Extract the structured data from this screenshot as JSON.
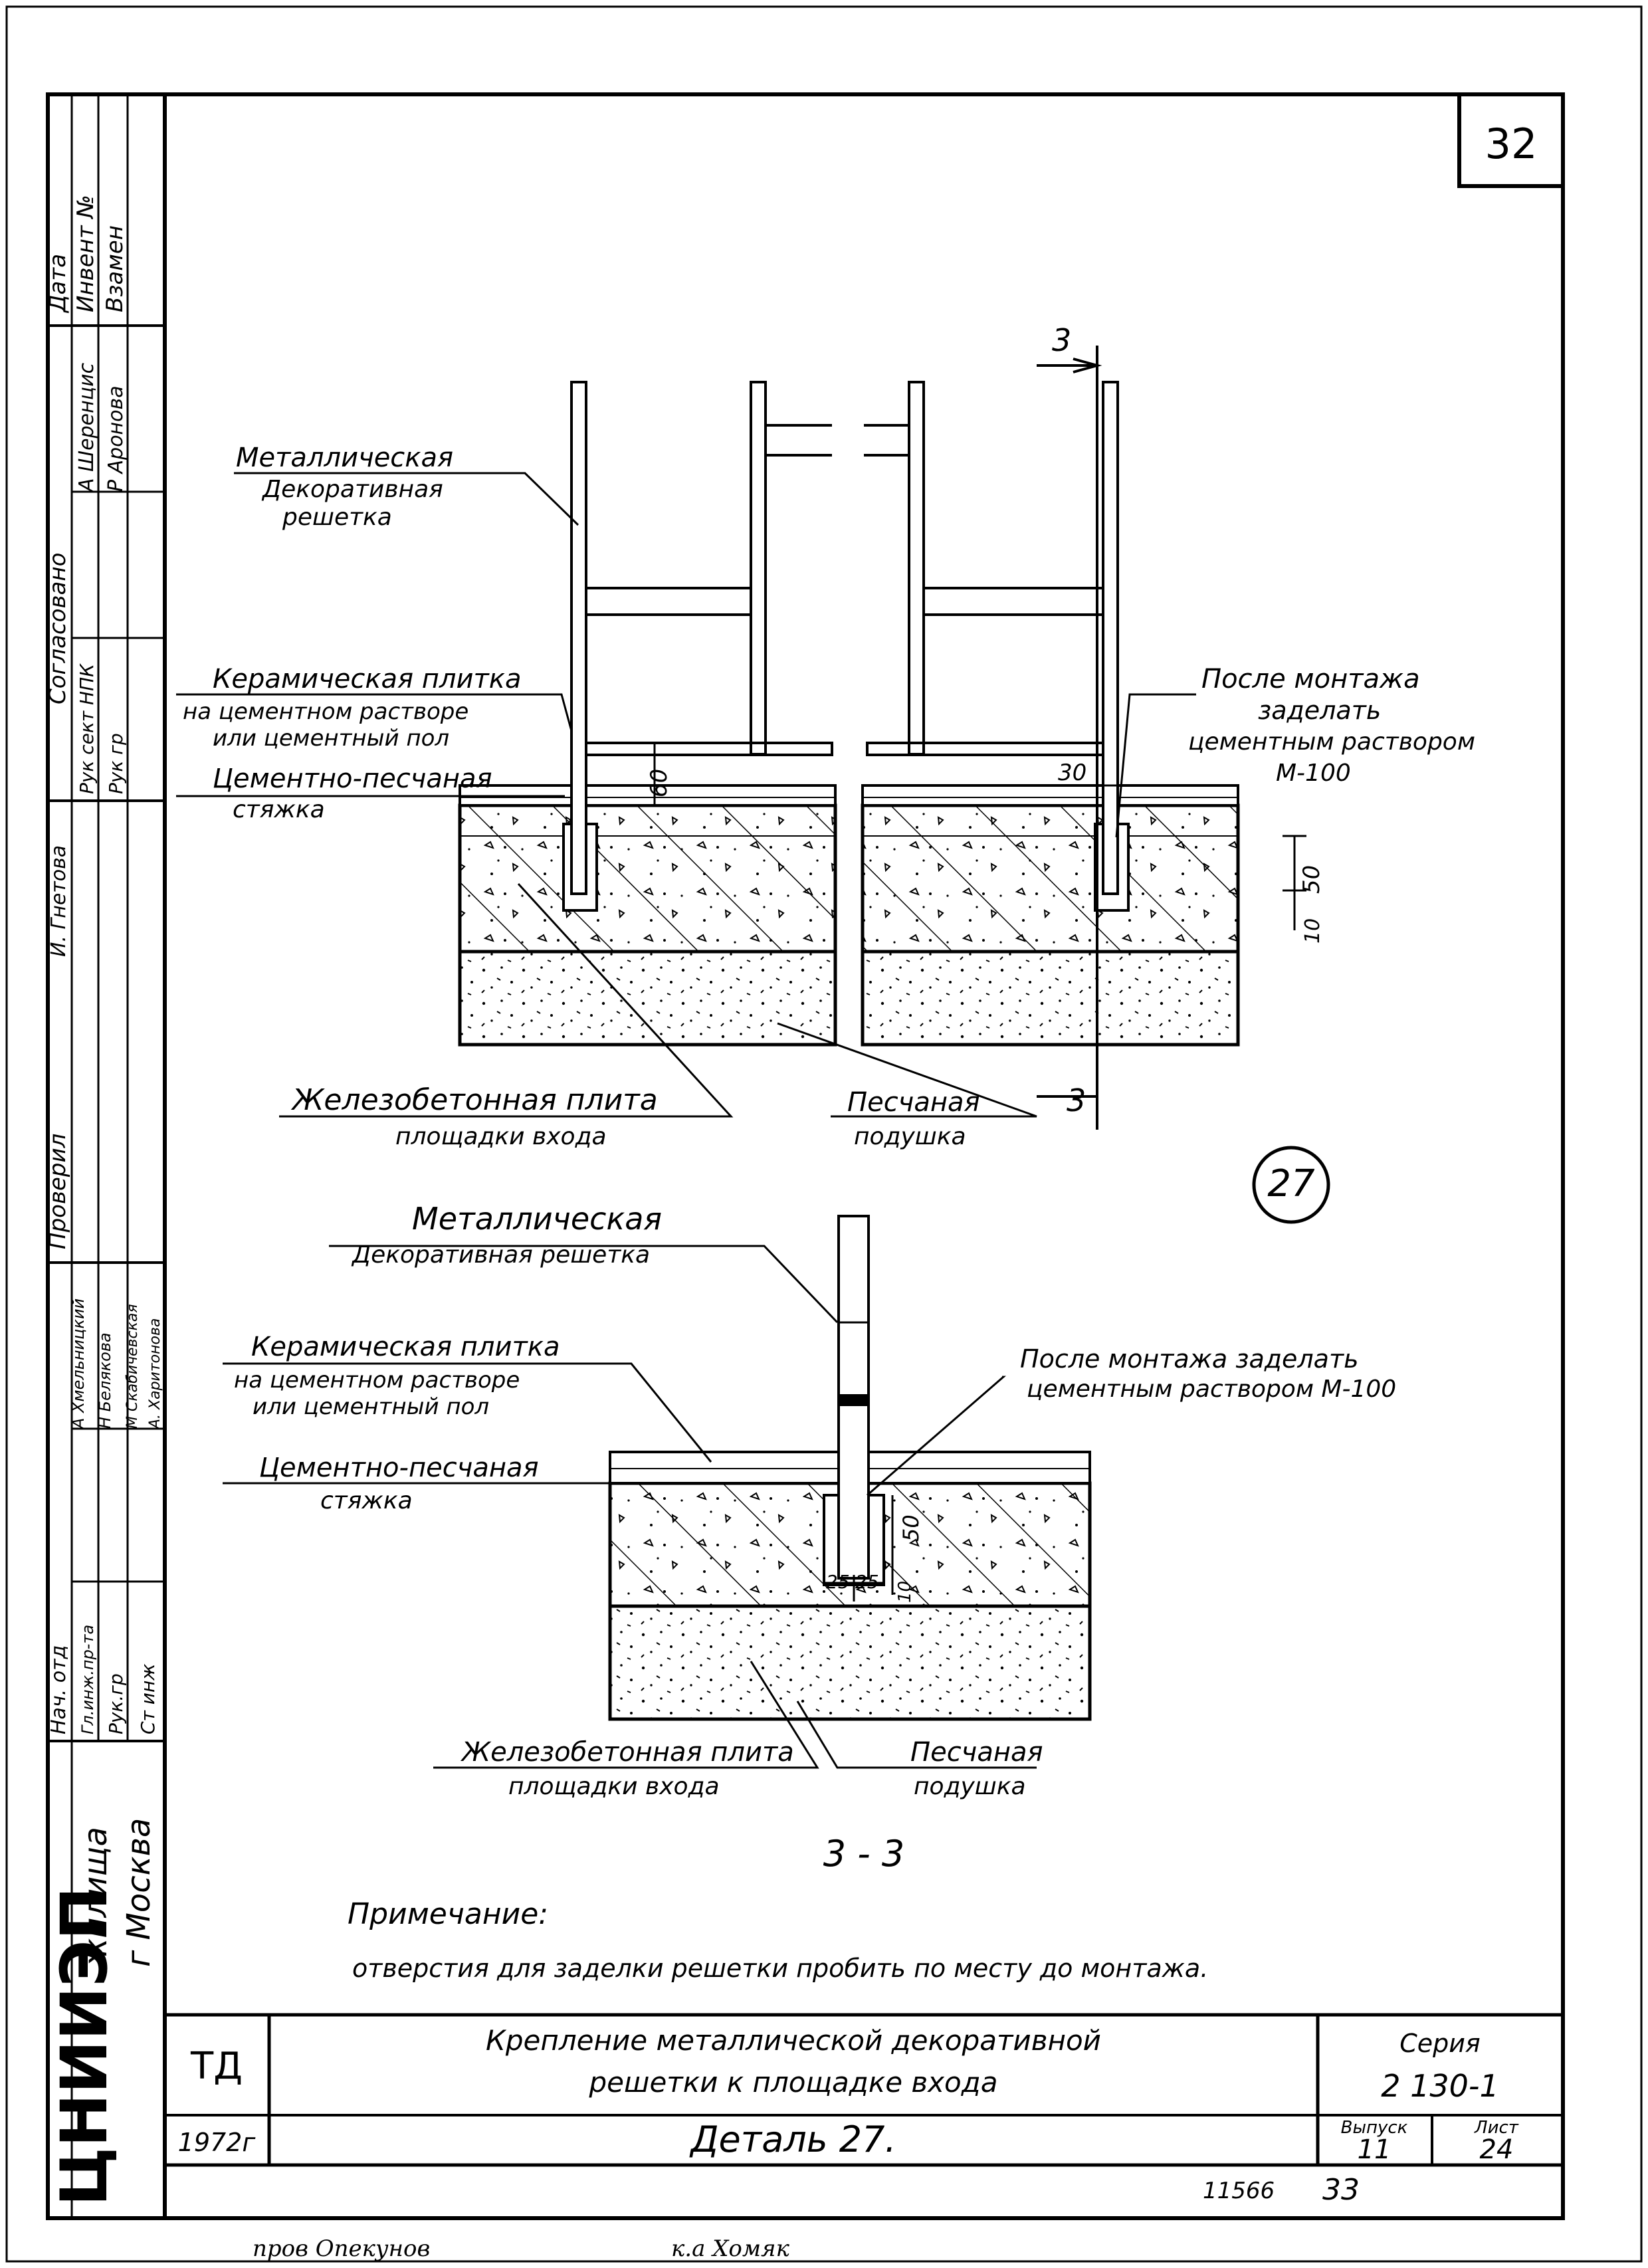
{
  "sheet": {
    "page_number": "32",
    "bottom_number_left": "11566",
    "bottom_number_right": "33",
    "footer_signatures": [
      "пров Опекунов",
      "к.а Хомяк"
    ]
  },
  "side_stamp": {
    "headers": [
      "Дата",
      "Инвент №",
      "Взамен"
    ],
    "approved_label": "Согласовано",
    "approved_names": [
      "А Шеренцис",
      "Р Аронова"
    ],
    "approved_roles": [
      "Рук сект НПК",
      "Рук гр"
    ],
    "approved_person": "И. Гнетова",
    "checked_label": "Проверил",
    "checked_names": [
      "А Хмельницкий",
      "Н Белякова",
      "М Скабичевская",
      "А. Харитонова"
    ],
    "roles": [
      "Нач. отд",
      "Гл.инж.пр-та",
      "Рук.гр",
      "Ст инж"
    ],
    "org_logo": "ЦНИИЭП",
    "org_name": "жилища",
    "org_city": "г Москва"
  },
  "title_block": {
    "td": "ТД",
    "year": "1972г",
    "title_line1": "Крепление металлической декоративной",
    "title_line2": "решетки к площадке входа",
    "detail": "Деталь 27.",
    "series_label": "Серия",
    "series_value": "2 130-1",
    "issue_label": "Выпуск",
    "issue_value": "11",
    "sheet_label": "Лист",
    "sheet_value": "24"
  },
  "detail_top": {
    "label_grille": [
      "Металлическая",
      "Декоративная",
      "решетка"
    ],
    "label_tile": [
      "Керамическая плитка",
      "на цементном растворе",
      "или цементный пол"
    ],
    "label_screed": [
      "Цементно-песчаная",
      "стяжка"
    ],
    "label_slab": [
      "Железобетонная плита",
      "площадки входа"
    ],
    "label_sand": [
      "Песчаная",
      "подушка"
    ],
    "label_mortar": [
      "После монтажа",
      "заделать",
      "цементным раствором",
      "М-100"
    ],
    "dim_60": "60",
    "dim_30": "30",
    "dim_50": "50",
    "dim_10": "10",
    "section_mark": "3",
    "detail_number": "27"
  },
  "detail_bottom": {
    "label_grille": [
      "Металлическая",
      "Декоративная решетка"
    ],
    "label_tile": [
      "Керамическая плитка",
      "на цементном растворе",
      "или цементный пол"
    ],
    "label_screed": [
      "Цементно-песчаная",
      "стяжка"
    ],
    "label_mortar": [
      "После монтажа заделать",
      "цементным раствором М-100"
    ],
    "label_slab": [
      "Железобетонная плита",
      "площадки входа"
    ],
    "label_sand": [
      "Песчаная",
      "подушка"
    ],
    "dim_50": "50",
    "dim_25a": "25",
    "dim_25b": "25",
    "dim_10": "10",
    "section_title": "3 - 3"
  },
  "note": {
    "heading": "Примечание:",
    "text": "отверстия для заделки решетки пробить по месту до монтажа."
  }
}
